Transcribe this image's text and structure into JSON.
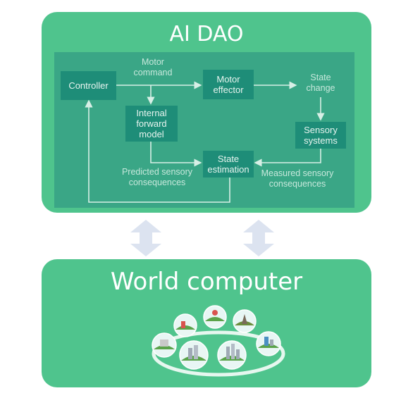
{
  "ai_dao": {
    "title": "AI DAO",
    "boxes": {
      "controller": "Controller",
      "motor_effector": "Motor effector",
      "internal_forward_model": "Internal forward model",
      "sensory_systems": "Sensory systems",
      "state_estimation": "State estimation"
    },
    "labels": {
      "motor_command": "Motor command",
      "state_change": "State change",
      "predicted": "Predicted sensory consequences",
      "measured": "Measured sensory consequences"
    }
  },
  "world_computer": {
    "title": "World computer"
  },
  "colors": {
    "panel": "#4fc48d",
    "diagram_bg": "#3aa686",
    "box": "#1e8d78",
    "arrow": "#dce3f0"
  }
}
